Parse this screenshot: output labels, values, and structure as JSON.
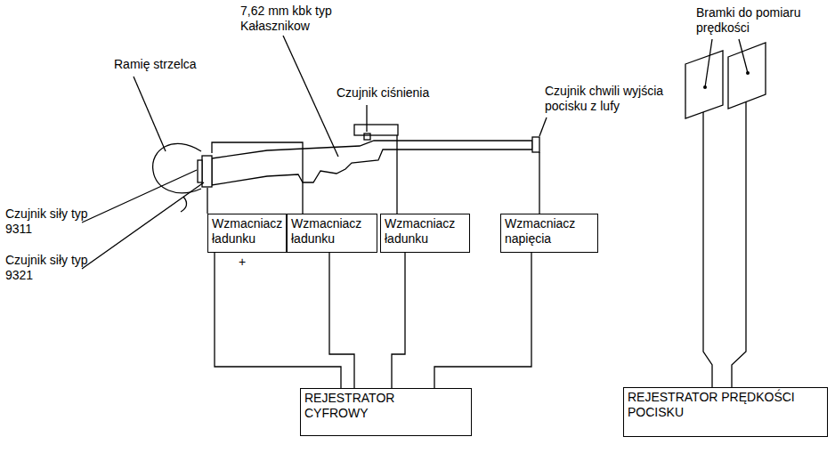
{
  "diagram": {
    "nodes": [
      {
        "text": [
          "Wzmacniacz ładunku"
        ]
      },
      {
        "text": [
          "Wzmacniacz ładunku"
        ]
      },
      {
        "text": [
          "Wzmacniacz ładunku"
        ]
      },
      {
        "text": [
          "Wzmacniacz napięcia"
        ]
      },
      {
        "text": [
          "REJESTRATOR CYFROWY"
        ]
      },
      {
        "text": [
          "REJESTRATOR PRĘDKOŚCI POCISKU"
        ]
      }
    ],
    "edges": [
      {
        "from": 0,
        "to": 4,
        "arrow": "none"
      },
      {
        "from": 1,
        "to": 4,
        "arrow": "none"
      },
      {
        "from": 2,
        "to": 4,
        "arrow": "none"
      },
      {
        "from": 3,
        "to": 4,
        "arrow": "none"
      }
    ],
    "labels": [
      "7,62 mm kbk typ Kałasznikow",
      "Ramię strzelca",
      "Czujnik ciśnienia",
      "Czujnik chwili wyjścia pocisku z lufy",
      "Bramki do pomiaru prędkości",
      "Czujnik siły typ 9311",
      "Czujnik siły typ 9321",
      "+"
    ]
  }
}
